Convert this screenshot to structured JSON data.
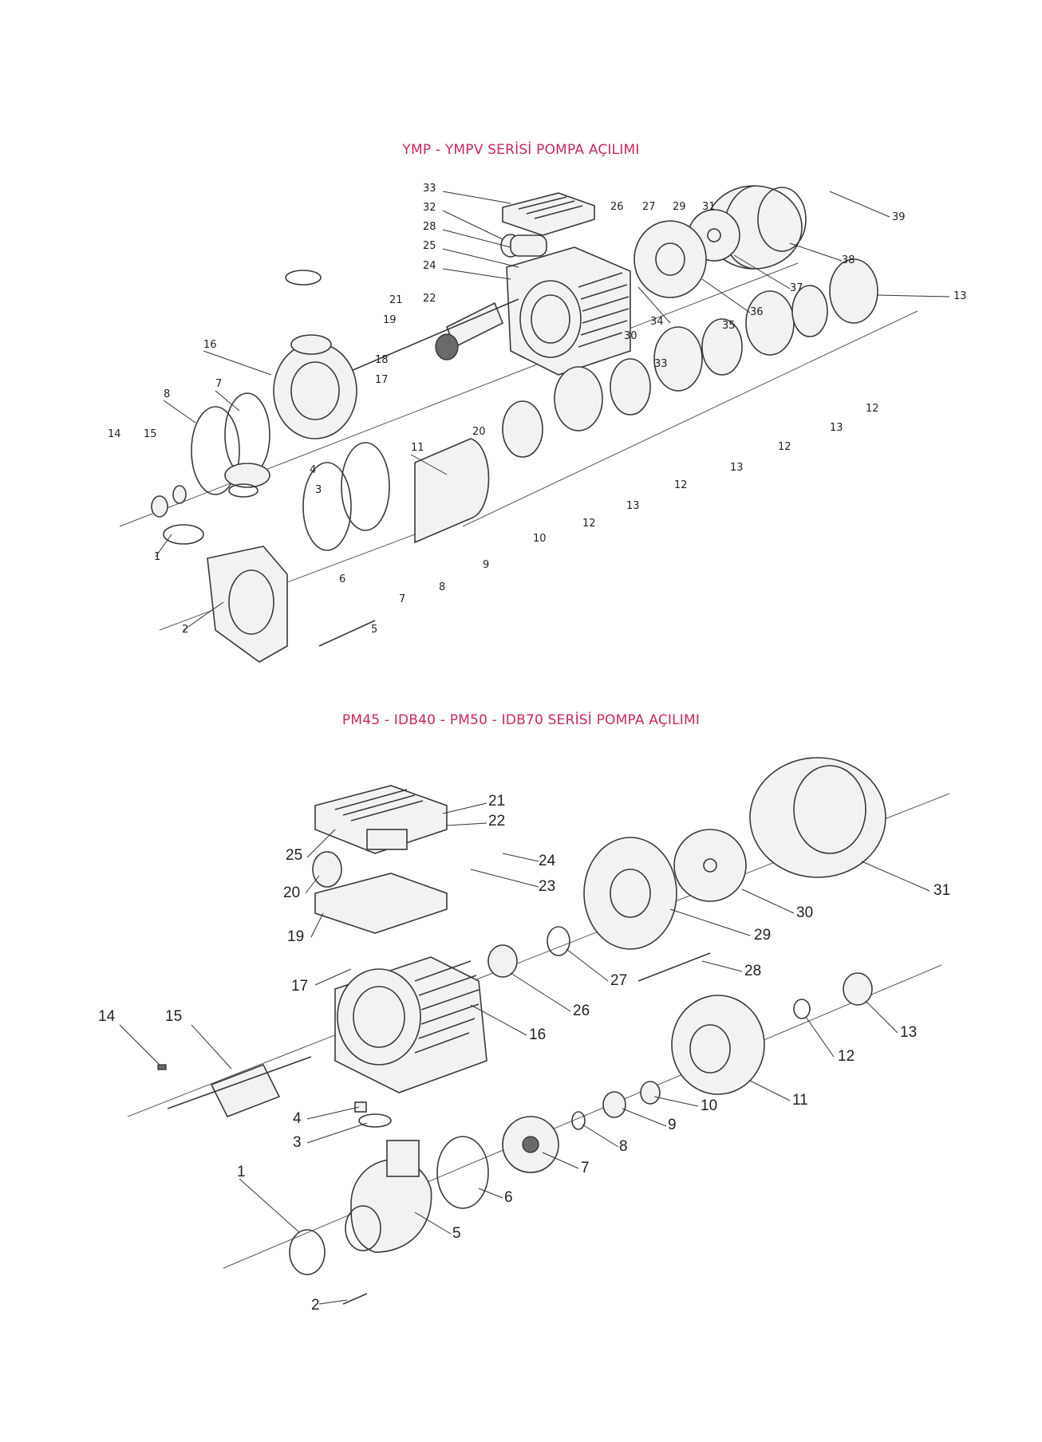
{
  "titles": {
    "top": "YMP - YMPV SERİSİ POMPA AÇILIMI",
    "bottom": "PM45 - IDB40 - PM50 - IDB70 SERİSİ POMPA AÇILIMI"
  },
  "colors": {
    "title": "#c8285a",
    "line": "#3a3a3a"
  },
  "diagram1_labels": [
    "33",
    "32",
    "28",
    "25",
    "24",
    "26",
    "27",
    "29",
    "31",
    "39",
    "38",
    "37",
    "36",
    "34",
    "35",
    "30",
    "33",
    "21",
    "22",
    "19",
    "16",
    "18",
    "17",
    "20",
    "8",
    "7",
    "14",
    "15",
    "11",
    "10",
    "4",
    "3",
    "1",
    "2",
    "6",
    "5",
    "7",
    "8",
    "9",
    "12",
    "13",
    "12",
    "13",
    "12",
    "13",
    "12",
    "13"
  ],
  "diagram2_labels": [
    "21",
    "22",
    "24",
    "23",
    "25",
    "20",
    "19",
    "17",
    "26",
    "27",
    "28",
    "29",
    "30",
    "31",
    "14",
    "15",
    "16",
    "13",
    "12",
    "11",
    "4",
    "3",
    "1",
    "2",
    "5",
    "6",
    "7",
    "8",
    "9",
    "10"
  ]
}
